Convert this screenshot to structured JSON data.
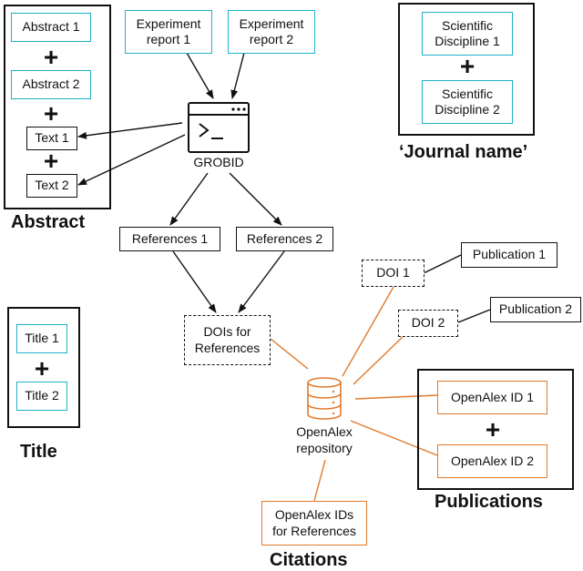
{
  "abstract": {
    "title": "Abstract",
    "items": [
      "Abstract 1",
      "Abstract 2",
      "Text 1",
      "Text 2"
    ]
  },
  "experiments": [
    "Experiment report 1",
    "Experiment report 2"
  ],
  "grobid": {
    "label": "GROBID",
    "prompt": ">_"
  },
  "journal": {
    "title": "‘Journal name’",
    "items": [
      "Scientific Discipline 1",
      "Scientific Discipline 2"
    ]
  },
  "references": [
    "References 1",
    "References 2"
  ],
  "dois_for_references": "DOIs for References",
  "dois": [
    "DOI 1",
    "DOI 2"
  ],
  "publications_list": [
    "Publication 1",
    "Publication 2"
  ],
  "title_group": {
    "title": "Title",
    "items": [
      "Title 1",
      "Title 2"
    ]
  },
  "openalex": {
    "label": "OpenAlex repository"
  },
  "publications": {
    "title": "Publications",
    "items": [
      "OpenAlex ID 1",
      "OpenAlex ID 2"
    ]
  },
  "citations": {
    "title": "Citations",
    "box": "OpenAlex IDs for References"
  },
  "plus_symbol": "+",
  "colors": {
    "teal": "#1fb1c8",
    "orange": "#e07a2c",
    "black": "#111111"
  }
}
